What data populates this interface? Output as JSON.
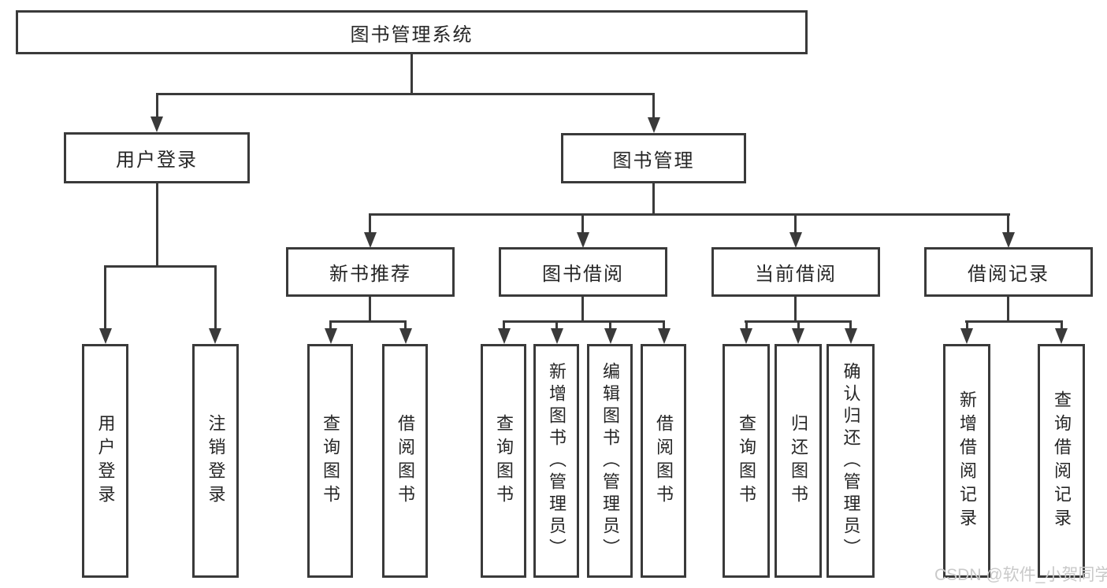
{
  "colors": {
    "line": "#3a3a3a",
    "text": "#262626",
    "watermark": "#c9c9c9",
    "bg": "#ffffff"
  },
  "tree": {
    "label": "图书管理系统",
    "children": [
      {
        "label": "用户登录",
        "children": [
          {
            "label": "用户登录"
          },
          {
            "label": "注销登录"
          }
        ]
      },
      {
        "label": "图书管理",
        "children": [
          {
            "label": "新书推荐",
            "children": [
              {
                "label": "查询图书"
              },
              {
                "label": "借阅图书"
              }
            ]
          },
          {
            "label": "图书借阅",
            "children": [
              {
                "label": "查询图书"
              },
              {
                "label": "新增图书（管理员）"
              },
              {
                "label": "编辑图书（管理员）"
              },
              {
                "label": "借阅图书"
              }
            ]
          },
          {
            "label": "当前借阅",
            "children": [
              {
                "label": "查询图书"
              },
              {
                "label": "归还图书"
              },
              {
                "label": "确认归还（管理员）"
              }
            ]
          },
          {
            "label": "借阅记录",
            "children": [
              {
                "label": "新增借阅记录"
              },
              {
                "label": "查询借阅记录"
              }
            ]
          }
        ]
      }
    ]
  },
  "watermark": {
    "text": "CSDN @软件_小贺同学"
  }
}
